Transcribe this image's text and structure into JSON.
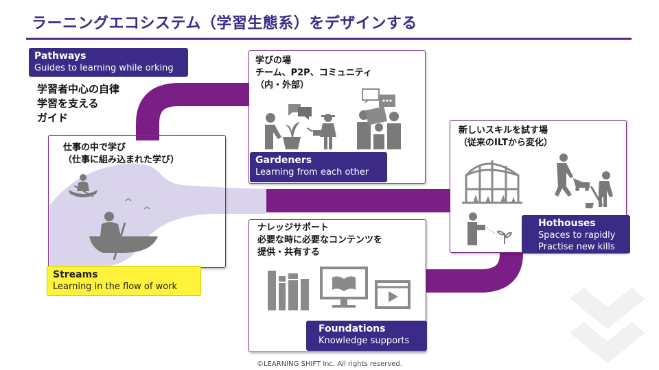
{
  "title": "ラーニングエコシステム（学習生態系）をデザインする",
  "pathways": {
    "name": "Pathways",
    "desc": "Guides to learning while orking",
    "jp_lines": [
      "学習者中心の自律",
      "学習を支える",
      "ガイド"
    ]
  },
  "streams": {
    "name": "Streams",
    "desc": "Learning in the flow of work",
    "jp_lines": [
      "仕事の中で学び",
      "（仕事に組み込まれた学び）"
    ]
  },
  "gardeners": {
    "name": "Gardeners",
    "desc": "Learning from each other",
    "jp_lines": [
      "学びの場",
      "チーム、P2P、コミュニティ",
      "（内・外部）"
    ]
  },
  "hothouses": {
    "name": "Hothouses",
    "desc1": "Spaces to rapidly",
    "desc2": "Practise new kills",
    "jp_lines": [
      "新しいスキルを試す場",
      "（従来のILTから変化）"
    ]
  },
  "foundations": {
    "name": "Foundations",
    "desc": "Knowledge supports",
    "jp_lines": [
      "ナレッジサポート",
      "必要な時に必要なコンテンツを",
      "提供・共有する"
    ]
  },
  "footer": "©LEARNING SHIFT Inc. All rights reserved.",
  "colors": {
    "title": "#3b2a86",
    "path": "#7b1f86",
    "stream": "#d9d4ec",
    "tag_purple": "#3b2a86",
    "tag_yellow": "#fff23a",
    "icon_gray": "#8a8a8a"
  }
}
